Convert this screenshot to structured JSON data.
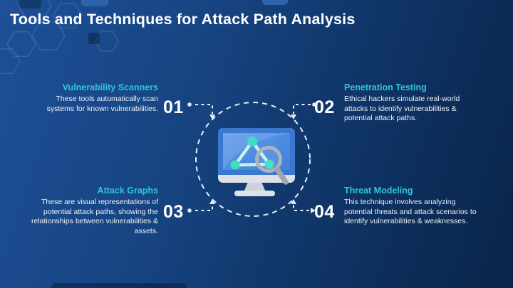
{
  "slide": {
    "title": "Tools and Techniques for Attack Path Analysis",
    "accent_color": "#2ec7da",
    "background_gradient_start": "#1e5098",
    "background_gradient_end": "#0a2449",
    "text_color": "#ffffff"
  },
  "items": [
    {
      "number": "01",
      "title": "Vulnerability Scanners",
      "description": "These tools automatically scan systems for known vulnerabilities."
    },
    {
      "number": "02",
      "title": "Penetration Testing",
      "description": "Ethical hackers simulate real-world attacks to identify vulnerabilities & potential attack paths."
    },
    {
      "number": "03",
      "title": "Attack Graphs",
      "description": "These are visual representations of potential attack paths, showing the relationships between vulnerabilities & assets."
    },
    {
      "number": "04",
      "title": "Threat Modeling",
      "description": "This technique involves analyzing potential threats and attack scenarios to identify vulnerabilities & weaknesses."
    }
  ],
  "center_graphic": {
    "icon": "monitor-with-network-graph-and-magnifier",
    "colors": {
      "monitor_frame": "#3b76cf",
      "monitor_screen": "#4f8fe3",
      "graph_node": "#3fdcc0",
      "graph_edge": "#c7f2ef",
      "magnifier": "#aeb3bb",
      "dashed_stroke": "#e9eef4"
    }
  }
}
